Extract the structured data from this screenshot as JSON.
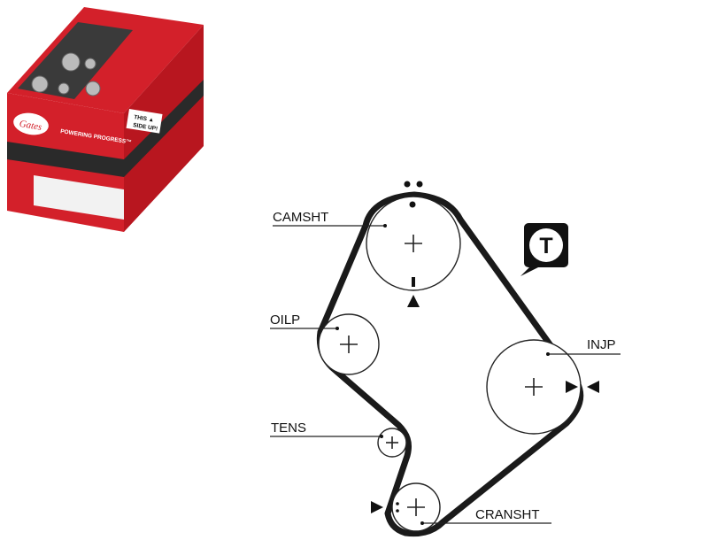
{
  "product_box": {
    "brand": "Gates",
    "tagline": "POWERING PROGRESS™",
    "orientation_note_line1": "THIS ▲",
    "orientation_note_line2": "SIDE UP!",
    "colors": {
      "red": "#d3202a",
      "dark_band": "#2a2a2a",
      "white": "#ffffff"
    }
  },
  "diagram": {
    "tensioner_badge": "T",
    "labels": {
      "camshaft": "CAMSHT",
      "oil_pump": "OILP",
      "injection_pump": "INJP",
      "tensioner": "TENS",
      "crankshaft": "CRANSHT"
    },
    "colors": {
      "belt": "#1a1a1a",
      "badge": "#111111"
    }
  }
}
